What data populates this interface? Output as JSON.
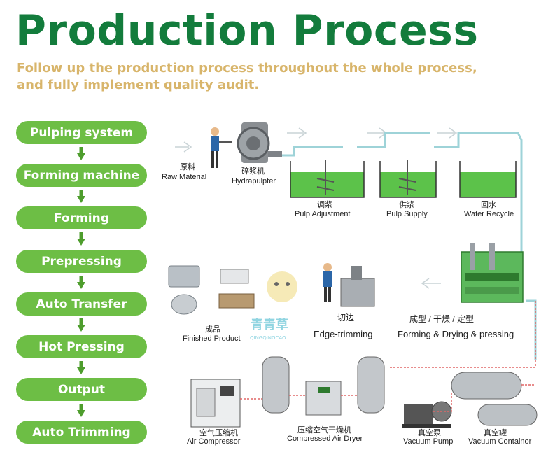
{
  "title": "Production Process",
  "subtitle_line1": "Follow up the production process throughout the whole process,",
  "subtitle_line2": "and fully implement quality audit.",
  "steps": [
    "Pulping system",
    "Forming machine",
    "Forming",
    "Prepressing",
    "Auto Transfer",
    "Hot Pressing",
    "Output",
    "Auto Trimming"
  ],
  "diagram": {
    "raw_material_cn": "原料",
    "raw_material": "Raw Material",
    "hydrapulper_cn": "碎浆机",
    "hydrapulper": "Hydrapulpter",
    "pulp_adjustment_cn": "调浆",
    "pulp_adjustment": "Pulp Adjustment",
    "pulp_supply_cn": "供浆",
    "pulp_supply": "Pulp Supply",
    "water_recycle_cn": "回水",
    "water_recycle": "Water Recycle",
    "forming_cn": "成型 / 干燥 / 定型",
    "forming": "Forming & Drying & pressing",
    "edge_cn": "切边",
    "edge": "Edge-trimming",
    "finished_cn": "成品",
    "finished": "Finished Product",
    "compressor_cn": "空气压缩机",
    "compressor": "Air Compressor",
    "dryer_cn": "压缩空气干燥机",
    "dryer": "Compressed Air Dryer",
    "vacuum_pump_cn": "真空泵",
    "vacuum_pump": "Vacuum Pump",
    "vacuum_container_cn": "真空罐",
    "vacuum_container": "Vacuum Containor",
    "watermark_cn": "青青草",
    "watermark": "QINGQINGCAO"
  },
  "colors": {
    "title": "#137c3c",
    "subtitle": "#d8b56b",
    "step_bg": "#6dbe45",
    "arrow": "#4e9d2d",
    "pipe": "#9ed3d8",
    "pulp": "#5cc24a"
  }
}
